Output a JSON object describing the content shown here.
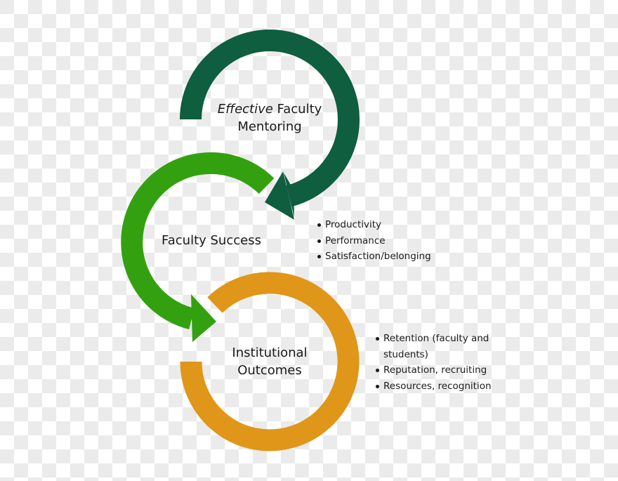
{
  "colors": {
    "mentoring": "#0e5e3f",
    "success": "#33a10f",
    "outcomes": "#e09619",
    "text": "#1a1a1a",
    "checker_light": "#ffffff",
    "checker_dark": "#ebebeb"
  },
  "nodes": {
    "mentoring": {
      "label_emphasis": "Effective",
      "label_rest": " Faculty",
      "label_line2": "Mentoring"
    },
    "success": {
      "label": "Faculty Success",
      "bullets": [
        "Productivity",
        "Performance",
        "Satisfaction/belonging"
      ]
    },
    "outcomes": {
      "label_line1": "Institutional",
      "label_line2": "Outcomes",
      "bullets": [
        {
          "line1": "Retention (faculty and",
          "line2": "students)"
        },
        {
          "line1": "Reputation, recruiting"
        },
        {
          "line1": "Resources,  recognition"
        }
      ]
    }
  },
  "flow": [
    {
      "from": "Effective Faculty Mentoring",
      "to": "Faculty Success"
    },
    {
      "from": "Faculty Success",
      "to": "Institutional Outcomes"
    }
  ]
}
